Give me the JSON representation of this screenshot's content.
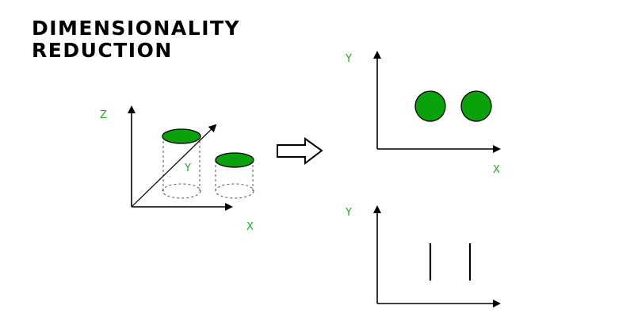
{
  "title": {
    "line1": "DIMENSIONALITY",
    "line2": "REDUCTION"
  },
  "colors": {
    "green": "#0aa10a",
    "label": "#22aa22",
    "ink": "#000000",
    "dashed": "#555555"
  },
  "diagram_3d": {
    "axis_labels": {
      "z": "Z",
      "y": "Y",
      "x": "X"
    }
  },
  "diagram_2d_top": {
    "axis_labels": {
      "y": "Y",
      "x": "X"
    }
  },
  "diagram_1d_bottom": {
    "axis_labels": {
      "y": "Y"
    }
  },
  "arrow": {
    "icon": "hollow-right-arrow-icon"
  }
}
